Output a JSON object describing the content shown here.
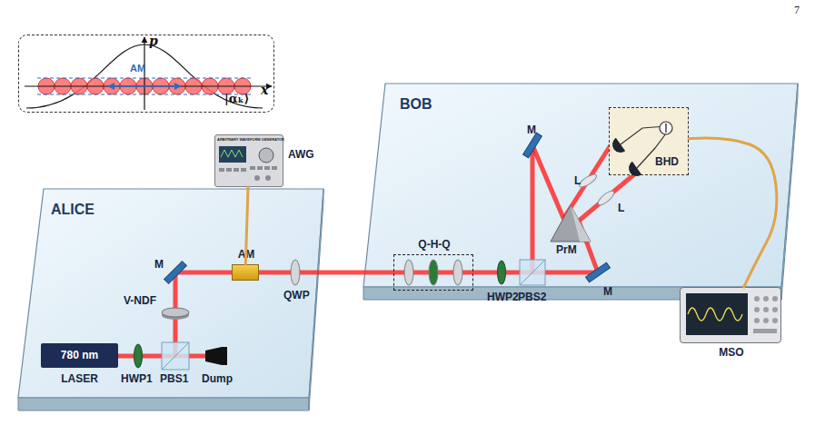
{
  "diagram": {
    "nodes": [
      {
        "text": [
          "p",
          "x",
          "AM",
          "|αₖ⟩"
        ]
      },
      {
        "text": [
          "ALICE"
        ]
      },
      {
        "text": [
          "780 nm",
          "LASER"
        ],
        "in": 1
      },
      {
        "text": [
          "ARBITRARY WAVEFORM GENERATOR",
          "AWG"
        ]
      },
      {
        "text": [
          "AM"
        ],
        "in": 1
      },
      {
        "text": [
          "BOB"
        ]
      },
      {
        "text": [
          "Q-H-Q"
        ],
        "in": 5
      },
      {
        "text": [
          "BHD"
        ],
        "in": 5
      },
      {
        "text": [
          "MSO"
        ]
      }
    ],
    "edges": [
      {
        "from": 3,
        "to": 4,
        "arrow": "none"
      },
      {
        "from": 7,
        "to": 8,
        "arrow": "none"
      }
    ],
    "labels": [
      "7",
      "V-NDF",
      "M",
      "QWP",
      "HWP1",
      "PBS1",
      "Dump",
      "M",
      "HWP2",
      "PBS2",
      "PrM",
      "L",
      "L",
      "M"
    ]
  }
}
